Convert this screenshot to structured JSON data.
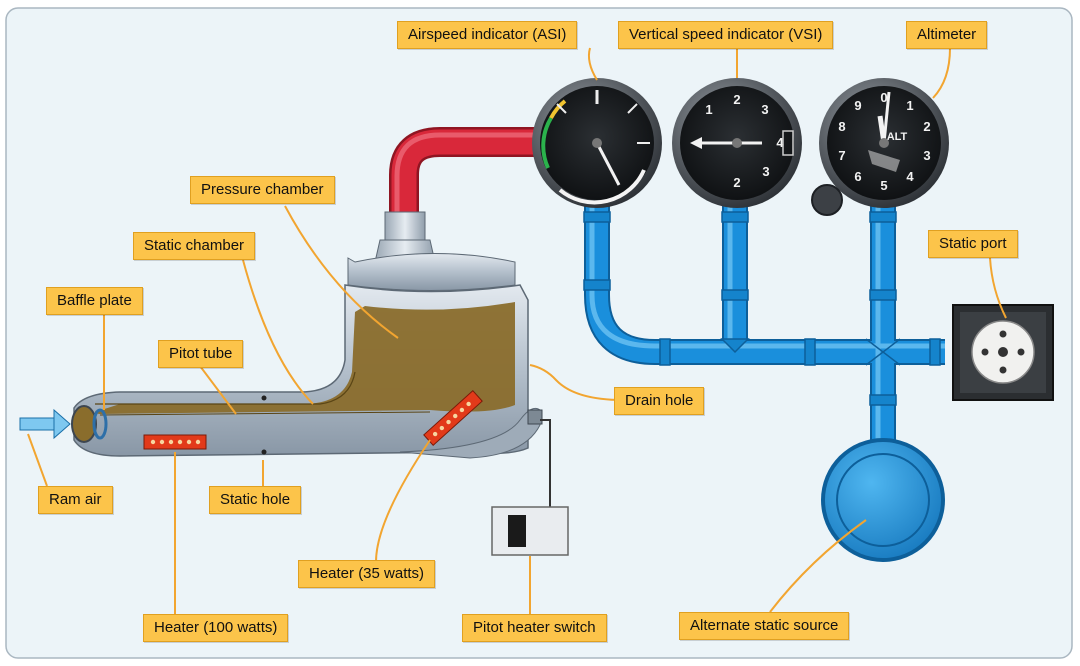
{
  "labels": {
    "asi": "Airspeed indicator (ASI)",
    "vsi": "Vertical speed indicator (VSI)",
    "altimeter": "Altimeter",
    "pressure_chamber": "Pressure chamber",
    "static_chamber": "Static chamber",
    "static_port": "Static port",
    "baffle_plate": "Baffle plate",
    "pitot_tube": "Pitot tube",
    "drain_hole": "Drain hole",
    "ram_air": "Ram air",
    "static_hole": "Static hole",
    "heater_35": "Heater (35 watts)",
    "heater_100": "Heater (100 watts)",
    "pitot_heater_switch": "Pitot heater switch",
    "alternate_static_source": "Alternate static source"
  },
  "gauges": {
    "vsi_ticks": [
      "1",
      "2",
      "3",
      "4",
      "2",
      "3"
    ],
    "altimeter_ticks": [
      "0",
      "1",
      "2",
      "3",
      "4",
      "5",
      "6",
      "7",
      "8",
      "9"
    ],
    "altimeter_label": "ALT"
  },
  "colors": {
    "pitot_line": "#d9283a",
    "static_line": "#1a8fdc",
    "heater": "#e23a1a",
    "callout_bg": "#fcc44a",
    "leader_line": "#f2a530",
    "chamber_fill": "#8a6d2c",
    "tube_metal": "#b7c3cf"
  }
}
